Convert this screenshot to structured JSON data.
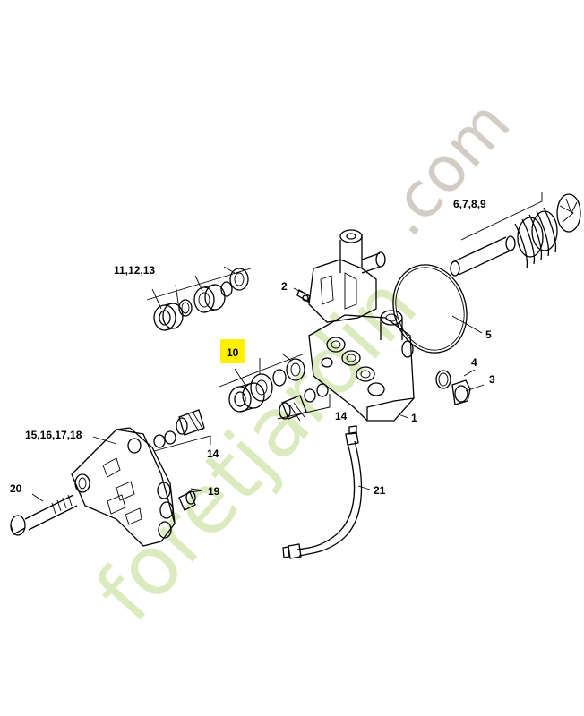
{
  "watermark": {
    "text_site": ".com",
    "text_brand": "foretjardin"
  },
  "labels": [
    {
      "id": "1",
      "text": "1"
    },
    {
      "id": "2",
      "text": "2"
    },
    {
      "id": "3",
      "text": "3"
    },
    {
      "id": "4",
      "text": "4"
    },
    {
      "id": "5",
      "text": "5"
    },
    {
      "id": "6789",
      "text": "6,7,8,9"
    },
    {
      "id": "10",
      "text": "10"
    },
    {
      "id": "111213",
      "text": "11,12,13"
    },
    {
      "id": "14a",
      "text": "14"
    },
    {
      "id": "14b",
      "text": "14"
    },
    {
      "id": "15161718",
      "text": "15,16,17,18"
    },
    {
      "id": "19",
      "text": "19"
    },
    {
      "id": "20",
      "text": "20"
    },
    {
      "id": "21",
      "text": "21"
    }
  ],
  "colors": {
    "highlight": "#fff000",
    "watermark_green": "#d9e9b8",
    "watermark_orange": "#f6d3b4",
    "watermark_gray": "#cfc7bf"
  }
}
